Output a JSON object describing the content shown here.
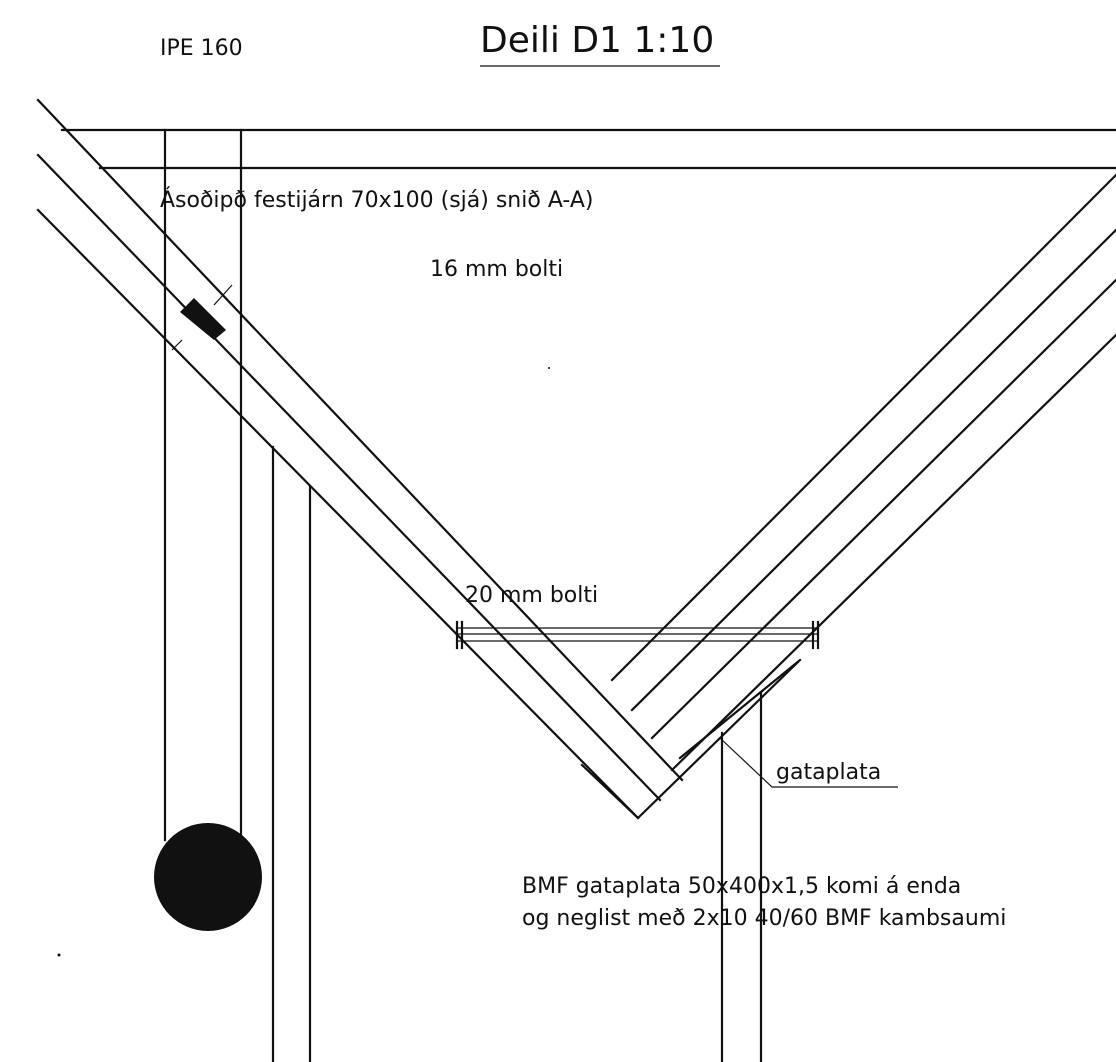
{
  "title": "Deili D1 1:10",
  "profile_label": "IPE 160",
  "labels": {
    "weld_bracket": "Ásoðipð festijárn 70x100 (sjá) snið A-A)",
    "bolt_16": "16 mm bolti",
    "bolt_20": "20 mm bolti",
    "gusset": "gataplata",
    "note_line1": "BMF gataplata 50x400x1,5 komi á enda",
    "note_line2": "og neglist með 2x10 40/60 BMF kambsaumi"
  },
  "colors": {
    "ink": "#111111",
    "paper": "#ffffff"
  }
}
